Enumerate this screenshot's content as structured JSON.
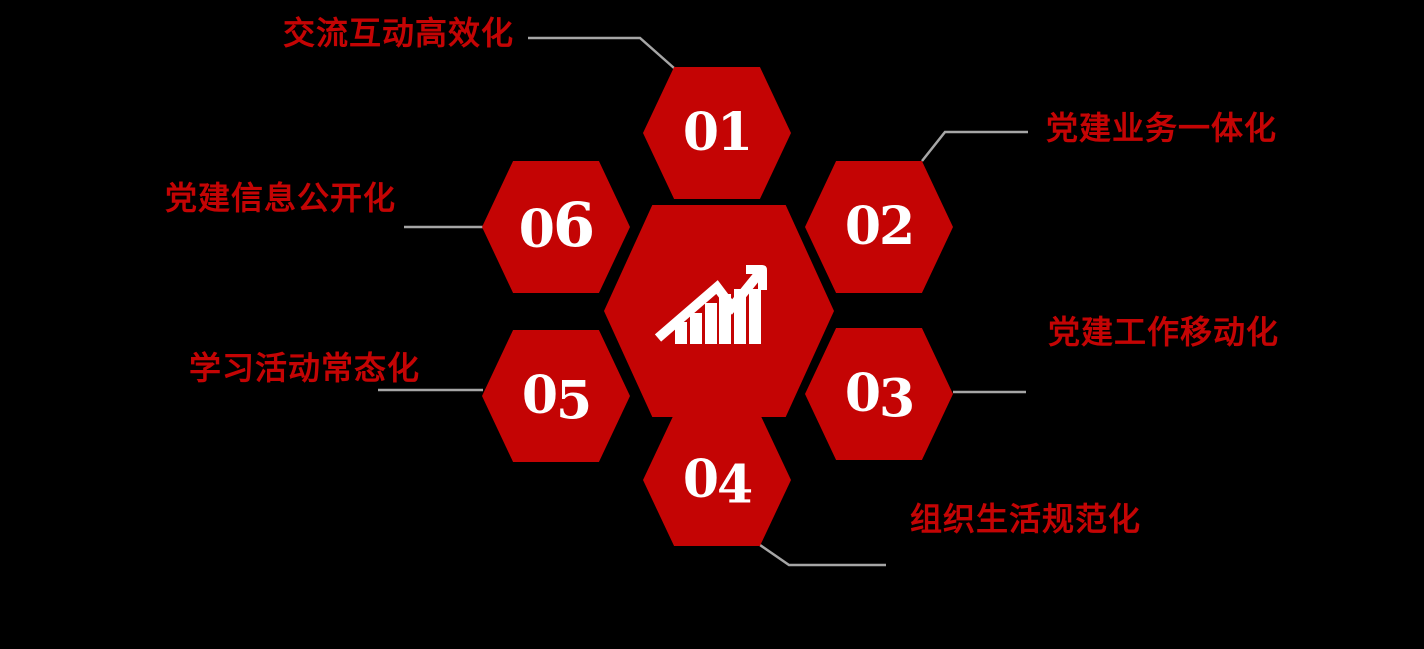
{
  "background_color": "#000000",
  "colors": {
    "hexagon_red": "#C40404",
    "label_red": "#C40404",
    "number_white": "#FFFFFF",
    "connector_gray": "#A6A6A6"
  },
  "center": {
    "icon": "growth-chart-icon"
  },
  "items": [
    {
      "number": "01",
      "label": "交流互动高效化"
    },
    {
      "number": "02",
      "label": "党建业务一体化"
    },
    {
      "number": "03",
      "label": "党建工作移动化"
    },
    {
      "number": "04",
      "label": "组织生活规范化"
    },
    {
      "number": "05",
      "label": "学习活动常态化"
    },
    {
      "number": "06",
      "label": "党建信息公开化"
    }
  ]
}
